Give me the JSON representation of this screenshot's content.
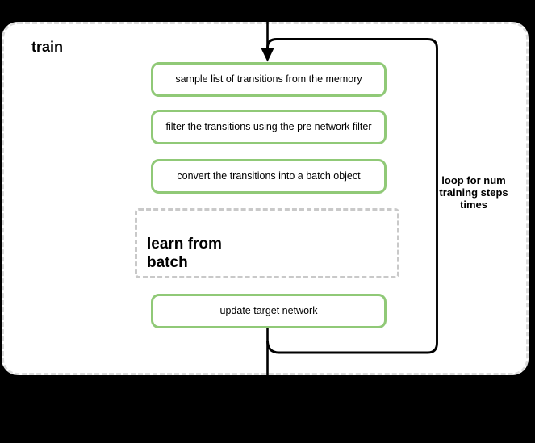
{
  "diagram": {
    "title": "train",
    "loop_annotation": "loop for num\ntraining steps\ntimes",
    "steps": [
      {
        "id": "sample",
        "label": "sample list of transitions from the memory"
      },
      {
        "id": "filter",
        "label": "filter the transitions using the pre network filter"
      },
      {
        "id": "convert",
        "label": "convert the transitions into a batch object"
      },
      {
        "id": "update",
        "label": "update target network"
      }
    ],
    "learn_box": {
      "label": "learn from\nbatch"
    },
    "colors": {
      "page_background": "#000000",
      "container_fill": "#ffffff",
      "container_border": "#dcdcdc",
      "step_border": "#90c977",
      "learn_box_border": "#c9c9c9",
      "connector": "#000000",
      "text": "#000000"
    }
  }
}
